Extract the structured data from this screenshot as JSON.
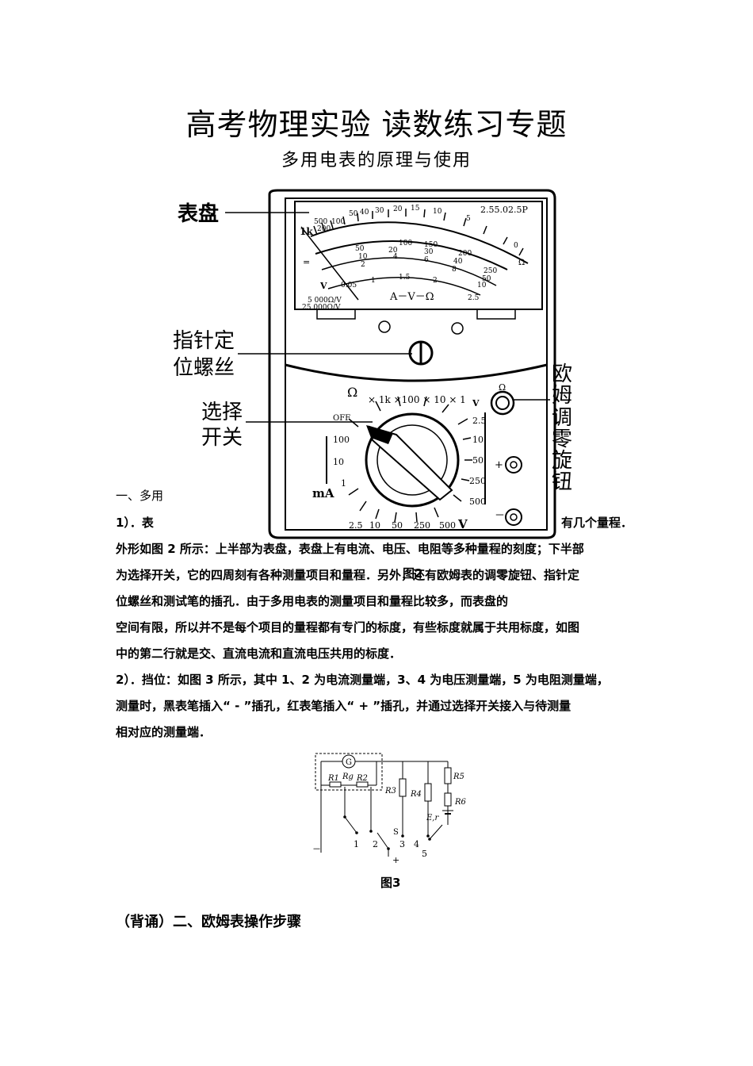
{
  "header": {
    "title": "高考物理实验 读数练习专题",
    "subtitle": "多用电表的原理与使用"
  },
  "figure2": {
    "labels": {
      "dial": "表盘",
      "pointer_screw_1": "指针定",
      "pointer_screw_2": "位螺丝",
      "selector_1": "选择",
      "selector_2": "开关",
      "ohm_zero": [
        "欧",
        "姆",
        "调",
        "零",
        "旋",
        "钮"
      ]
    },
    "scale": {
      "ohm_top": [
        "1k",
        "500",
        "200",
        "100",
        "50",
        "40",
        "30",
        "20",
        "15",
        "10",
        "5",
        "0"
      ],
      "mid_row": [
        "50",
        "100",
        "150",
        "200",
        "250"
      ],
      "mid_row2": [
        "10",
        "20",
        "30",
        "40",
        "50"
      ],
      "mid_row3": [
        "2",
        "4",
        "6",
        "8",
        "10"
      ],
      "ac_row": [
        "0.05",
        "1",
        "1.5",
        "2",
        "2.5"
      ],
      "corner": "2.55.02.5P",
      "meter_name": "A－V－Ω",
      "sens1": "5 000Ω/V",
      "sens2": "25 000Ω/V"
    },
    "selector": {
      "ohm": "Ω",
      "ohm_ranges": "× 1k ×100  × 10  × 1",
      "off": "OFF",
      "ma": "mA",
      "ma_ranges": [
        "100",
        "10",
        "1"
      ],
      "dcv_bottom": [
        "2.5",
        "10",
        "50",
        "250",
        "500"
      ],
      "v_label": "V",
      "v_right": [
        "2.5",
        "10",
        "50",
        "250",
        "500"
      ],
      "plus": "+",
      "minus": "－"
    },
    "caption": "图2"
  },
  "section1": {
    "heading_prefix": "一、多用",
    "line1_left": "1）．表",
    "line1_right": "有几个量程．",
    "lines": [
      "外形如图 2 所示：上半部为表盘，表盘上有电流、电压、电阻等多种量程的刻度；下半部",
      "为选择开关，它的四周刻有各种测量项目和量程．另外，还有欧姆表的调零旋钮、指针定",
      "位螺丝和测试笔的插孔．由于多用电表的测量项目和量程比较多，而表盘的",
      "空间有限，所以并不是每个项目的量程都有专门的标度，有些标度就属于共用标度，如图",
      "中的第二行就是交、直流电流和直流电压共用的标度．",
      "2）．挡位：如图 3 所示，其中 1、2 为电流测量端，3、4 为电压测量端，5 为电阻测量端，",
      "测量时，黑表笔插入“ - ”插孔，红表笔插入“ + ”插孔，并通过选择开关接入与待测量",
      "相对应的测量端．"
    ]
  },
  "figure3": {
    "labels": {
      "G": "G",
      "Rg": "Rg",
      "R1": "R1",
      "R2": "R2",
      "R3": "R3",
      "R4": "R4",
      "R5": "R5",
      "R6": "R6",
      "Er": "E,r",
      "S": "S",
      "t1": "1",
      "t2": "2",
      "t3": "3",
      "t4": "4",
      "t5": "5",
      "minus": "－",
      "plus": "+"
    },
    "caption": "图3"
  },
  "section2": {
    "heading": "（背诵）二、欧姆表操作步骤"
  }
}
